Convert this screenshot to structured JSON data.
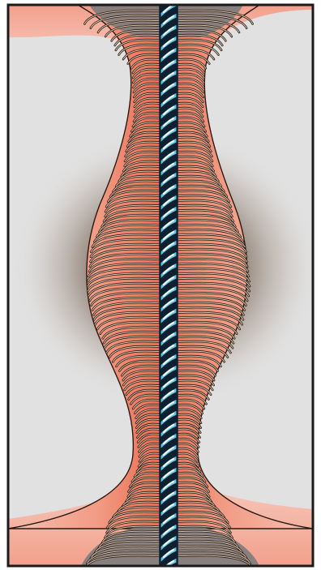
{
  "figure": {
    "kind": "illustration",
    "colors": {
      "background": "#e1e1e1",
      "frame": "#1a1a1a",
      "envelope_fill": "#f2a08c",
      "envelope_core": "#ee6a50",
      "envelope_edge": "#f7c7ba",
      "fiber_outline": "#2a1a12",
      "fiber_fill": "#d9c6b0",
      "dark_band": "#7c7c7c",
      "halo": "#5b4a3c",
      "rope_dark": "#0f2030",
      "rope_light": "#62c7e6",
      "rope_highlight": "#ffffff"
    },
    "parts": [
      {
        "name": "left-background-region"
      },
      {
        "name": "right-background-region"
      },
      {
        "name": "halo-region"
      },
      {
        "name": "fiber-envelope"
      },
      {
        "name": "fiber-loops"
      },
      {
        "name": "top-dark-band"
      },
      {
        "name": "bottom-dark-band"
      },
      {
        "name": "central-twisted-strand"
      },
      {
        "name": "frame-border"
      }
    ]
  }
}
